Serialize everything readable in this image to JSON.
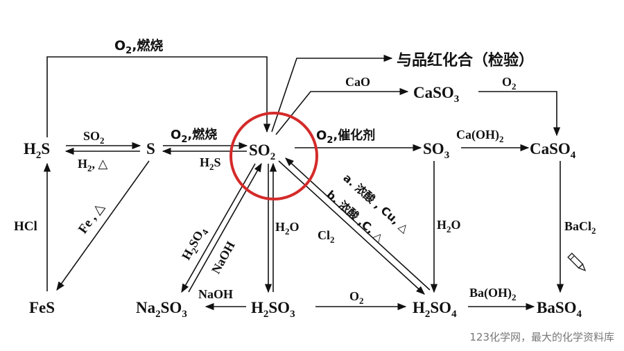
{
  "nodes": {
    "h2s_a": "H",
    "h2s_sub": "2",
    "h2s_b": "S",
    "s": "S",
    "so2_a": "SO",
    "so2_sub": "2",
    "so3_a": "SO",
    "so3_sub": "3",
    "caso4_a": "CaSO",
    "caso4_sub": "4",
    "caso3_a": "CaSO",
    "caso3_sub": "3",
    "fes": "FeS",
    "na2so3_a": "Na",
    "na2so3_s1": "2",
    "na2so3_b": "SO",
    "na2so3_s2": "3",
    "h2so3_a": "H",
    "h2so3_s1": "2",
    "h2so3_b": "SO",
    "h2so3_s2": "3",
    "h2so4_a": "H",
    "h2so4_s1": "2",
    "h2so4_b": "SO",
    "h2so4_s2": "4",
    "baso4_a": "BaSO",
    "baso4_sub": "4",
    "pinhong": "与品红化合（检验）"
  },
  "labels": {
    "top_o2_a": "O",
    "top_o2_sub": "2",
    "top_o2_b": ",燃烧",
    "h2s_s_so2_a": "SO",
    "h2s_s_so2_sub": "2",
    "s_h2s_a": "H",
    "s_h2s_sub": "2",
    "s_h2s_b": ", △",
    "s_so2_a": "O",
    "s_so2_sub": "2",
    "s_so2_b": ",燃烧",
    "so2_s_a": "H",
    "so2_s_sub": "2",
    "so2_s_b": "S",
    "cao": "CaO",
    "caso3_o2_a": "O",
    "caso3_o2_sub": "2",
    "so2_so3_a": "O",
    "so2_so3_sub": "2",
    "so2_so3_b": ",催化剂",
    "caoh2_a": "Ca(OH)",
    "caoh2_sub": "2",
    "hcl": "HCl",
    "fe_heat": "Fe , △",
    "h2so4_na_a": "H",
    "h2so4_na_s1": "2",
    "h2so4_na_b": "SO",
    "h2so4_na_s2": "4",
    "naoh_diag": "NaOH",
    "h2o_mid_a": "H",
    "h2o_mid_sub": "2",
    "h2o_mid_b": "O",
    "cl2_a": "Cl",
    "cl2_sub": "2",
    "conc_a": "a. 浓酸 , Cu, △",
    "conc_b": "b. 浓酸 ,C, △",
    "h2o_right_a": "H",
    "h2o_right_sub": "2",
    "h2o_right_b": "O",
    "bacl2_a": "BaCl",
    "bacl2_sub": "2",
    "naoh_bottom": "NaOH",
    "o2_bottom_a": "O",
    "o2_bottom_sub": "2",
    "baoh2_a": "Ba(OH)",
    "baoh2_sub": "2"
  },
  "watermark": "123化学网，最大的化学资料库",
  "colors": {
    "highlight_circle": "#d42a2a",
    "ink": "#111111",
    "pencil_icon": "#222222"
  }
}
